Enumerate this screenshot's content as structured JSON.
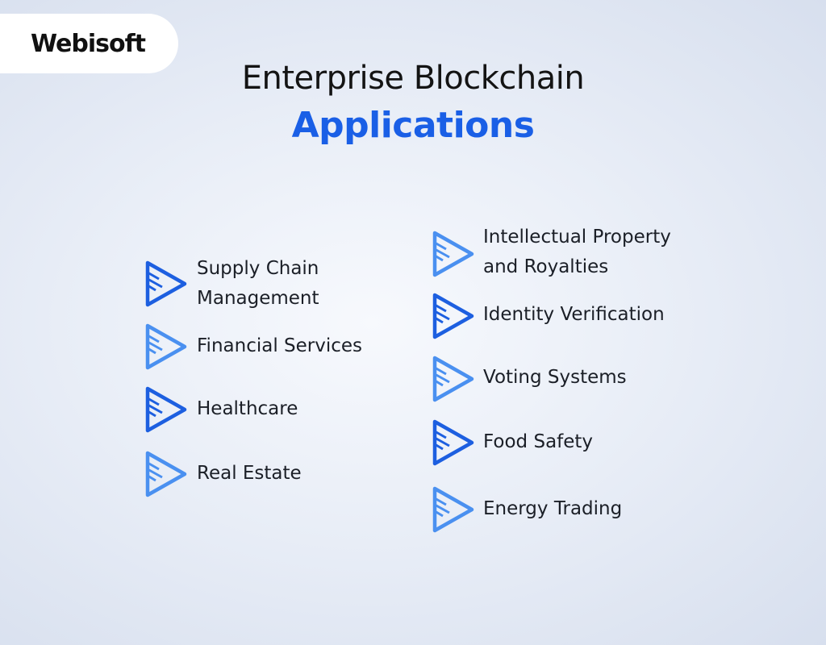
{
  "brand": {
    "logo_text": "Webisoft"
  },
  "heading": {
    "line1": "Enterprise Blockchain",
    "line2": "Applications"
  },
  "colors": {
    "accent": "#1a5fe6",
    "icon_dark": "#1d5fe0",
    "icon_light": "#4a90f0"
  },
  "left_column": [
    {
      "line1": "Supply Chain",
      "line2": "Management",
      "icon": "dark-triangle-icon"
    },
    {
      "line1": "Financial Services",
      "icon": "light-triangle-icon"
    },
    {
      "line1": "Healthcare",
      "icon": "dark-triangle-icon"
    },
    {
      "line1": "Real Estate",
      "icon": "light-triangle-icon"
    }
  ],
  "right_column": [
    {
      "line1": "Intellectual Property",
      "line2": "and Royalties",
      "icon": "light-triangle-icon"
    },
    {
      "line1": "Identity Verification",
      "icon": "dark-triangle-icon"
    },
    {
      "line1": "Voting Systems",
      "icon": "light-triangle-icon"
    },
    {
      "line1": "Food Safety",
      "icon": "dark-triangle-icon"
    },
    {
      "line1": "Energy Trading",
      "icon": "light-triangle-icon"
    }
  ]
}
